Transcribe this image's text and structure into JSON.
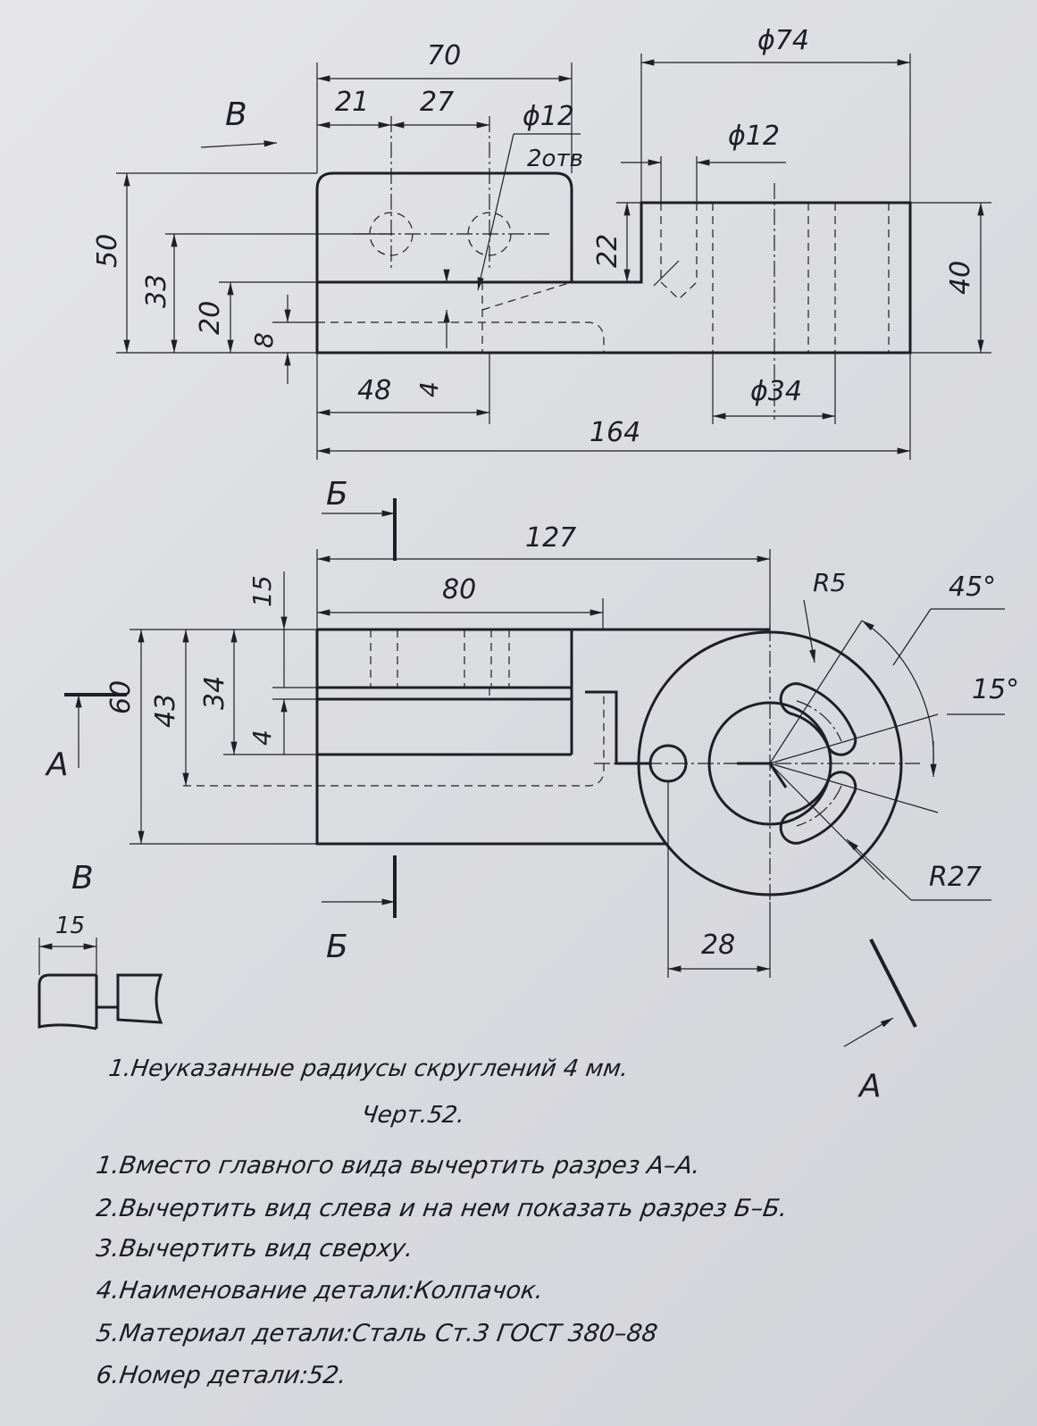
{
  "view_labels": {
    "view_b_top": "B",
    "view_b_bottom": "B",
    "section_b_top": "Б",
    "section_b_bottom": "Б",
    "section_a_left": "A",
    "section_a_right": "A"
  },
  "dimensions": {
    "d70": "70",
    "d21": "21",
    "d27": "27",
    "d12_holes": "ϕ12",
    "holes_note": "2отв",
    "d74": "ϕ74",
    "d12_boss": "ϕ12",
    "d50": "50",
    "d33": "33",
    "d20": "20",
    "d8": "8",
    "d22": "22",
    "d40": "40",
    "d48": "48",
    "d4_front": "4",
    "d34_dia": "ϕ34",
    "d164": "164",
    "d127": "127",
    "d80": "80",
    "d15_top": "15",
    "d43": "43",
    "d34": "34",
    "d4_top": "4",
    "d60": "60",
    "r5": "R5",
    "a45": "45°",
    "a15": "15°",
    "r27": "R27",
    "d28": "28",
    "d15_view": "15"
  },
  "notes": {
    "radius_note": "1.Неуказанные радиусы скруглений 4 мм.",
    "drawing_no": "Черт.52.",
    "tasks": [
      "1.Вместо главного вида вычертить разрез А–А.",
      "2.Вычертить вид слева и на нем показать разрез Б–Б.",
      "3.Вычертить вид сверху.",
      "4.Наименование детали:Колпачок.",
      "5.Материал детали:Сталь Ст.3 ГОСТ 380–88",
      "6.Номер детали:52."
    ]
  }
}
